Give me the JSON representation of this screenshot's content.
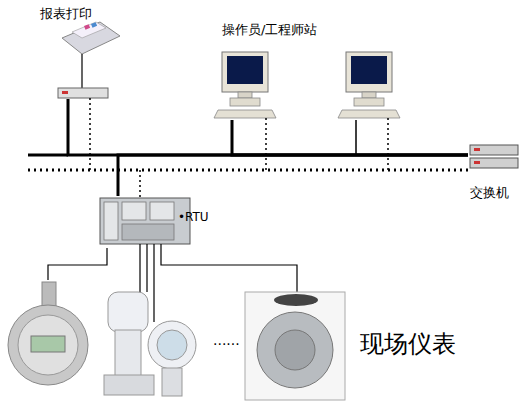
{
  "diagram": {
    "nodes": [
      {
        "text": [
          "报表打印"
        ]
      },
      {
        "text": [
          "操作员/工程师站"
        ]
      },
      {
        "text": [
          "交换机"
        ]
      },
      {
        "text": [
          "•RTU"
        ]
      },
      {
        "text": [
          "现场仪表"
        ]
      }
    ],
    "edges": [
      {
        "from": 0,
        "to": 2,
        "arrow": "none"
      },
      {
        "from": 1,
        "to": 2,
        "arrow": "none"
      },
      {
        "from": 3,
        "to": 2,
        "arrow": "none"
      },
      {
        "from": 3,
        "to": 4,
        "arrow": "none"
      }
    ],
    "labels": [
      "......"
    ]
  }
}
